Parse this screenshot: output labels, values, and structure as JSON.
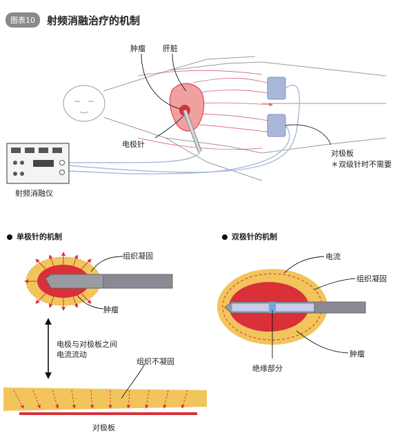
{
  "header": {
    "badge": "图表10",
    "title": "射频消融治疗的机制"
  },
  "top_diagram": {
    "tumor_label": "肿瘤",
    "liver_label": "肝脏",
    "electrode_label": "电极针",
    "plate_label": "对极板",
    "plate_note": "＊双级针时不需要",
    "device_label": "射频消融仪"
  },
  "monopolar": {
    "title": "单极针的机制",
    "coag_label": "组织凝固",
    "tumor_label": "肿瘤",
    "current_label_1": "电极与对极板之间",
    "current_label_2": "电流流动",
    "noncoag_label": "组织不凝固",
    "plate_label": "对极板"
  },
  "bipolar": {
    "title": "双极针的机制",
    "current_label": "电流",
    "coag_label": "组织凝固",
    "insulation_label": "绝缘部分",
    "tumor_label": "肿瘤"
  },
  "colors": {
    "red": "#d9303a",
    "orange": "#f2c55c",
    "blue": "#a9b7da",
    "body": "#cc4466"
  }
}
